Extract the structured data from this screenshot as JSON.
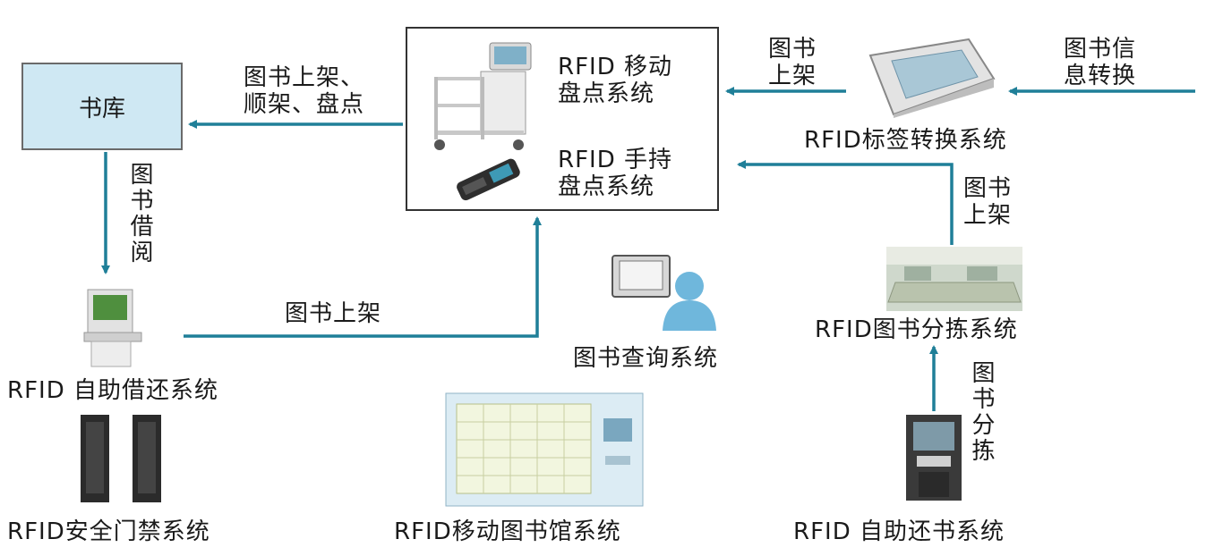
{
  "nodes": {
    "stack_room": "书库",
    "mobile_inventory": "RFID 移动\n盘点系统",
    "handheld_inventory": "RFID 手持\n盘点系统",
    "tag_conversion": "RFID标签转换系统",
    "sorting": "RFID图书分拣系统",
    "self_checkout": "RFID 自助借还系统",
    "security_gate": "RFID安全门禁系统",
    "query": "图书查询系统",
    "mobile_library": "RFID移动图书馆系统",
    "self_return": "RFID 自助还书系统"
  },
  "edges": {
    "shelving_ordering": "图书上架、\n顺架、盘点",
    "book_borrowing": "图书借阅",
    "shelving_from_checkout": "图书上架",
    "shelving_from_tag": "图书\n上架",
    "info_conversion": "图书信\n息转换",
    "shelving_from_sorting": "图书\n上架",
    "book_sorting": "图书分拣"
  },
  "colors": {
    "arrow": "#1f7f98",
    "stack_fill": "#cfe8f3"
  },
  "icons": [
    "cart-reader-icon",
    "handheld-reader-icon",
    "tag-converter-icon",
    "sorting-table-icon",
    "kiosk-icon",
    "gate-icon",
    "query-user-icon",
    "mobile-library-cabinet-icon",
    "return-machine-icon"
  ]
}
